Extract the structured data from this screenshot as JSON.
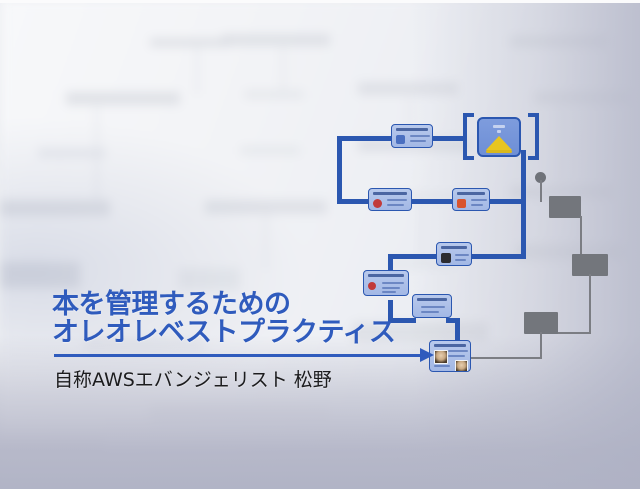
{
  "slide": {
    "title_line1": "本を管理するための",
    "title_line2": "オレオレベストプラクティス",
    "subtitle": "自称AWSエバンジェリスト 松野",
    "colors": {
      "title_blue": "#2f5bbd",
      "connector_blue": "#2b57b0",
      "node_fill": "#a3b8e5",
      "hero_fill": "#6e8fd6",
      "hero_logo_gold": "#e8c520",
      "gray_box": "#73767c",
      "subtitle_text": "#1c1c1e",
      "background": "#eceef2"
    }
  },
  "diagram": {
    "hero_card": {
      "label": "",
      "bracketed": true
    },
    "nodes": [
      {
        "id": "node-top",
        "label": ""
      },
      {
        "id": "node-mid-left",
        "label": ""
      },
      {
        "id": "node-mid-right",
        "label": ""
      },
      {
        "id": "node-right-lower",
        "label": ""
      },
      {
        "id": "node-left-lower",
        "label": ""
      },
      {
        "id": "node-center-lower",
        "label": ""
      },
      {
        "id": "node-bottom-avatar",
        "label": ""
      }
    ],
    "gray_boxes": [
      {
        "id": "gray-box-top"
      },
      {
        "id": "gray-box-middle"
      },
      {
        "id": "gray-box-bottom"
      }
    ]
  }
}
